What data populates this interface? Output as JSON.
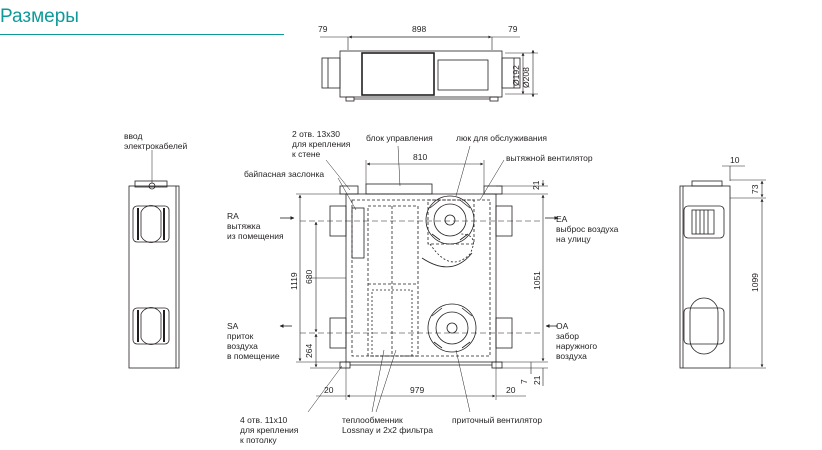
{
  "header": {
    "title": "Размеры"
  },
  "top_view": {
    "dim_left": "79",
    "dim_width": "898",
    "dim_right": "79",
    "dia_inner": "Ø192",
    "dia_outer": "Ø208"
  },
  "labels": {
    "cable_entry": [
      "ввод",
      "электрокабелей"
    ],
    "wall_holes": [
      "2 отв. 13x30",
      "для крепления",
      "к стене"
    ],
    "control_box": "блок управления",
    "service_hatch": "люк для обслуживания",
    "exhaust_fan": "вытяжной вентилятор",
    "bypass_damper": "байпасная заслонка",
    "ra": [
      "RA",
      "вытяжка",
      "из помещения"
    ],
    "ea": [
      "EA",
      "выброс воздуха",
      "на улицу"
    ],
    "sa": [
      "SA",
      "приток",
      "воздуха",
      "в помещение"
    ],
    "oa": [
      "OA",
      "забор",
      "наружного",
      "воздуха"
    ],
    "ceiling_holes": [
      "4 отв. 11x10",
      "для крепления",
      "к потолку"
    ],
    "exchanger": [
      "теплообменник",
      "Lossnay и 2x2 фильтра"
    ],
    "supply_fan": "приточный вентилятор"
  },
  "dims": {
    "d810": "810",
    "d21a": "21",
    "d1119": "1119",
    "d680": "680",
    "d264": "264",
    "d1051": "1051",
    "d20a": "20",
    "d979": "979",
    "d20b": "20",
    "d7": "7",
    "d21b": "21",
    "d10": "10",
    "d73": "73",
    "d1099": "1099"
  }
}
